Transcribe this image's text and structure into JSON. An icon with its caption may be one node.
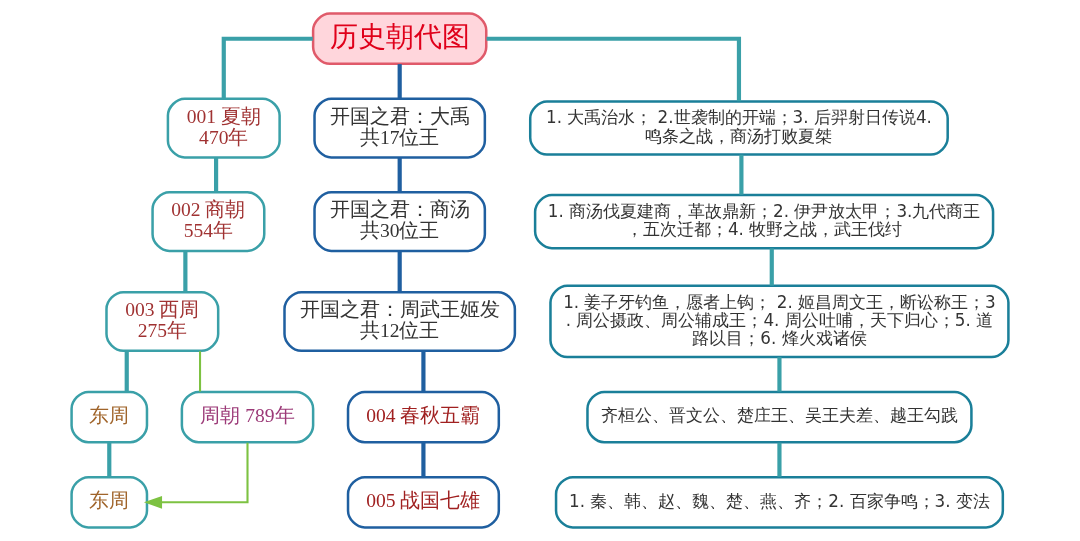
{
  "diagram": {
    "nodes": [
      {
        "text": [
          "历史朝代图"
        ]
      },
      {
        "text": [
          "001 夏朝",
          "470年"
        ]
      },
      {
        "text": [
          "开国之君：大禹",
          "共17位王"
        ]
      },
      {
        "text": [
          "1. 大禹治水； 2.世袭制的开端；3. 后羿射日传说4. 鸣条之战，商汤打败夏桀"
        ]
      },
      {
        "text": [
          "002 商朝",
          "554年"
        ]
      },
      {
        "text": [
          "开国之君：商汤",
          "共30位王"
        ]
      },
      {
        "text": [
          "1. 商汤伐夏建商，革故鼎新；2. 伊尹放太甲；3.九代商王，五次迁都；4. 牧野之战，武王伐纣"
        ]
      },
      {
        "text": [
          "003 西周",
          "275年"
        ]
      },
      {
        "text": [
          "开国之君：周武王姬发",
          "共12位王"
        ]
      },
      {
        "text": [
          "1. 姜子牙钓鱼，愿者上钩； 2. 姬昌周文王，断讼称王；3. 周公摄政、周公辅成王；4. 周公吐哺，天下归心；5. 道路以目；6. 烽火戏诸侯"
        ]
      },
      {
        "text": [
          "周朝 789年"
        ]
      },
      {
        "text": [
          "东周"
        ]
      },
      {
        "text": [
          "004 春秋五霸"
        ]
      },
      {
        "text": [
          "齐桓公、晋文公、楚庄王、吴王夫差、越王勾践"
        ]
      },
      {
        "text": [
          "东周"
        ]
      },
      {
        "text": [
          "005 战国七雄"
        ]
      },
      {
        "text": [
          "1. 秦、韩、赵、魏、楚、燕、齐；2. 百家争鸣；3. 变法"
        ]
      }
    ],
    "edges": [
      {
        "from": 0,
        "to": 1,
        "arrow": "none"
      },
      {
        "from": 0,
        "to": 2,
        "arrow": "none",
        "color": "#1f5fa0"
      },
      {
        "from": 0,
        "to": 3,
        "arrow": "none"
      },
      {
        "from": 1,
        "to": 4,
        "arrow": "none"
      },
      {
        "from": 2,
        "to": 5,
        "arrow": "none",
        "color": "#1f5fa0"
      },
      {
        "from": 3,
        "to": 6,
        "arrow": "none"
      },
      {
        "from": 4,
        "to": 7,
        "arrow": "none"
      },
      {
        "from": 5,
        "to": 8,
        "arrow": "none",
        "color": "#1f5fa0"
      },
      {
        "from": 6,
        "to": 9,
        "arrow": "none"
      },
      {
        "from": 7,
        "to": 11,
        "arrow": "none"
      },
      {
        "from": 8,
        "to": 12,
        "arrow": "none",
        "color": "#1f5fa0"
      },
      {
        "from": 9,
        "to": 13,
        "arrow": "none"
      },
      {
        "from": 11,
        "to": 14,
        "arrow": "none"
      },
      {
        "from": 12,
        "to": 15,
        "arrow": "none",
        "color": "#1f5fa0"
      },
      {
        "from": 13,
        "to": 16,
        "arrow": "none"
      },
      {
        "from": 10,
        "to": 7,
        "arrow": "none",
        "color": "#7dc242"
      },
      {
        "from": 10,
        "to": 14,
        "arrow": "to",
        "color": "#7dc242"
      }
    ]
  }
}
